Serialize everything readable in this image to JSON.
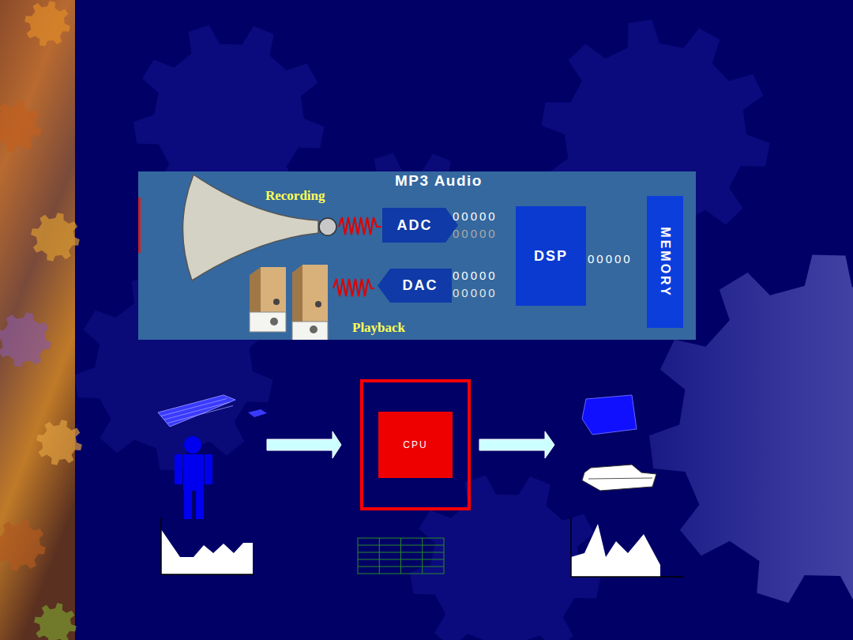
{
  "diagram": {
    "nodes": [
      {
        "text": [
          "MP3 Audio"
        ]
      },
      {
        "text": [
          "ADC"
        ],
        "in": 0
      },
      {
        "text": [
          "DAC"
        ],
        "in": 0
      },
      {
        "text": [
          "DSP"
        ],
        "in": 0
      },
      {
        "text": [
          "MEMORY"
        ],
        "in": 0
      },
      {
        "text": [
          "CPU"
        ]
      }
    ],
    "labels": [
      "Recording",
      "00000",
      "00000",
      "00000",
      "00000",
      "00000",
      "Playback"
    ]
  }
}
